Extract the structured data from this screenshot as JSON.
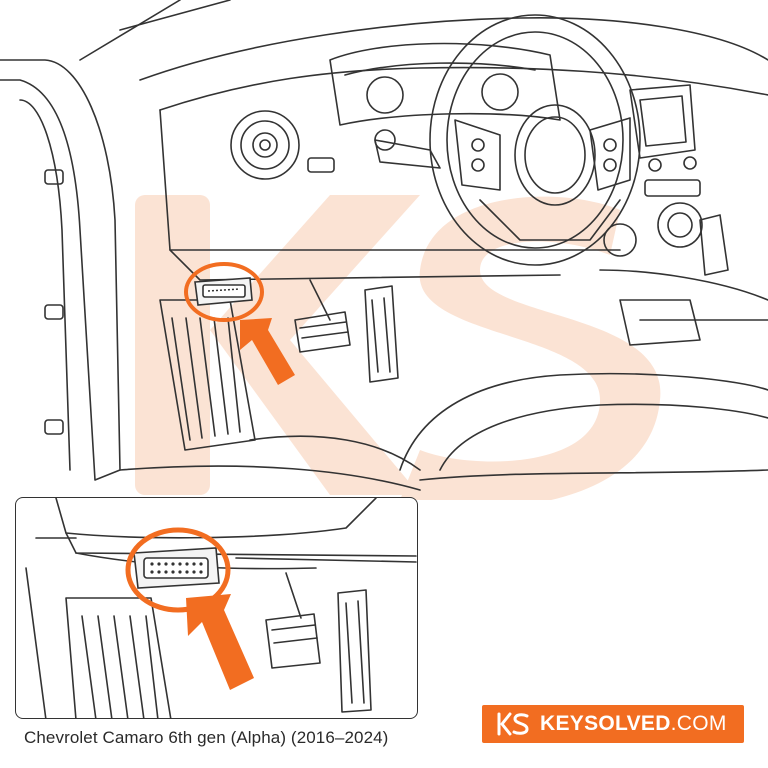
{
  "caption": "Chevrolet Camaro 6th gen (Alpha) (2016–2024)",
  "brand": {
    "name": "KEYSOLVED",
    "tld": ".COM",
    "background_color": "#f26d21"
  },
  "colors": {
    "accent": "#f26d21",
    "watermark": "#fbe3d4",
    "line": "#333333"
  },
  "icons": {
    "watermark": "ks-watermark-logo",
    "highlight": "highlight-circle",
    "pointer": "pointer-arrow"
  }
}
